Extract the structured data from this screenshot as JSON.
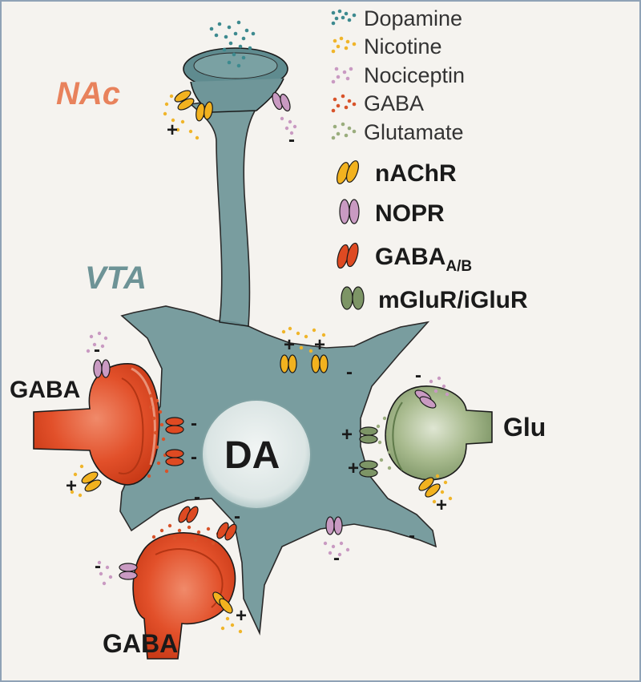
{
  "regions": {
    "nac": "NAc",
    "vta": "VTA"
  },
  "cells": {
    "da": "DA",
    "gaba_top": "GABA",
    "gaba_bottom": "GABA",
    "glu": "Glu"
  },
  "legend": {
    "molecules": [
      {
        "label": "Dopamine",
        "color": "#3d8a8f"
      },
      {
        "label": "Nicotine",
        "color": "#f0b52a"
      },
      {
        "label": "Nociceptin",
        "color": "#c99ac2"
      },
      {
        "label": "GABA",
        "color": "#d8532a"
      },
      {
        "label": "Glutamate",
        "color": "#9aad7d"
      }
    ],
    "receptors": [
      {
        "label": "nAChR",
        "sub": "",
        "color": "#f2b21f"
      },
      {
        "label": "NOPR",
        "sub": "",
        "color": "#c99ac2"
      },
      {
        "label": "GABA",
        "sub": "A/B",
        "color": "#de4a22"
      },
      {
        "label": "mGluR/iGluR",
        "sub": "",
        "color": "#7d9566"
      }
    ]
  },
  "signs": {
    "plus": "+",
    "minus": "-"
  },
  "colors": {
    "neuron": "#6f9699",
    "neuron_dark": "#4f7e82",
    "nucleus": "#dde6e5",
    "gaba_cell": "#e2502a",
    "glu_cell": "#8aa06b",
    "outline": "#1a1a1a"
  }
}
